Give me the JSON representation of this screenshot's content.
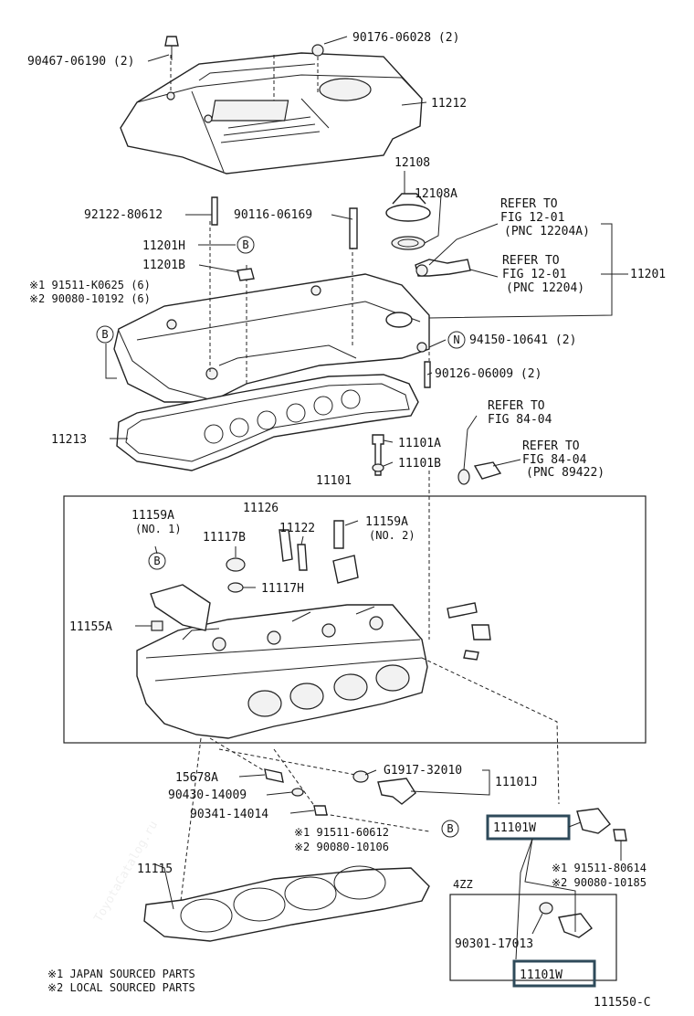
{
  "watermark": "ToyotaCatalog.ru",
  "callouts": [
    {
      "id": "c1",
      "text": "90467-06190 (2)"
    },
    {
      "id": "c2",
      "text": "90176-06028 (2)"
    },
    {
      "id": "c3",
      "text": "11212"
    },
    {
      "id": "c4",
      "text": "12108"
    },
    {
      "id": "c5",
      "text": "12108A"
    },
    {
      "id": "c6",
      "text": "REFER TO"
    },
    {
      "id": "c7",
      "text": "FIG 12-01"
    },
    {
      "id": "c8",
      "text": "(PNC 12204A)"
    },
    {
      "id": "c9",
      "text": "92122-80612"
    },
    {
      "id": "c10",
      "text": "90116-06169"
    },
    {
      "id": "c11",
      "text": "11201H"
    },
    {
      "id": "c12",
      "text": "11201B"
    },
    {
      "id": "c13",
      "text": "REFER TO"
    },
    {
      "id": "c14",
      "text": "FIG 12-01"
    },
    {
      "id": "c15",
      "text": "(PNC 12204)"
    },
    {
      "id": "c16",
      "text": "11201"
    },
    {
      "id": "c17",
      "text": "※1 91511-K0625 (6)"
    },
    {
      "id": "c18",
      "text": "※2 90080-10192 (6)"
    },
    {
      "id": "c19",
      "text": "94150-10641 (2)"
    },
    {
      "id": "c20",
      "text": "90126-06009 (2)"
    },
    {
      "id": "c21",
      "text": "REFER TO"
    },
    {
      "id": "c22",
      "text": "FIG 84-04"
    },
    {
      "id": "c23",
      "text": "11213"
    },
    {
      "id": "c24",
      "text": "11101A"
    },
    {
      "id": "c25",
      "text": "REFER TO"
    },
    {
      "id": "c26",
      "text": "FIG 84-04"
    },
    {
      "id": "c27",
      "text": "11101B"
    },
    {
      "id": "c28",
      "text": "(PNC 89422)"
    },
    {
      "id": "c29",
      "text": "11101"
    },
    {
      "id": "c30",
      "text": "11126"
    },
    {
      "id": "c31",
      "text": "11159A"
    },
    {
      "id": "c32",
      "text": "11159A"
    },
    {
      "id": "c33",
      "text": "(NO. 1)"
    },
    {
      "id": "c34",
      "text": "11117B"
    },
    {
      "id": "c35",
      "text": "11122"
    },
    {
      "id": "c36",
      "text": "(NO. 2)"
    },
    {
      "id": "c37",
      "text": "11117H"
    },
    {
      "id": "c38",
      "text": "11155A"
    },
    {
      "id": "c39",
      "text": "15678A"
    },
    {
      "id": "c40",
      "text": "G1917-32010"
    },
    {
      "id": "c41",
      "text": "11101J"
    },
    {
      "id": "c42",
      "text": "90430-14009"
    },
    {
      "id": "c43",
      "text": "90341-14014"
    },
    {
      "id": "c44",
      "text": "11101W"
    },
    {
      "id": "c45",
      "text": "※1 91511-60612"
    },
    {
      "id": "c46",
      "text": "※2 90080-10106"
    },
    {
      "id": "c47",
      "text": "※1 91511-80614"
    },
    {
      "id": "c48",
      "text": "※2 90080-10185"
    },
    {
      "id": "c49",
      "text": "11115"
    },
    {
      "id": "c50",
      "text": "4ZZ"
    },
    {
      "id": "c51",
      "text": "90301-17013"
    },
    {
      "id": "c52",
      "text": "11101W"
    },
    {
      "id": "c53",
      "text": "※1 JAPAN SOURCED PARTS"
    },
    {
      "id": "c54",
      "text": "※2 LOCAL SOURCED PARTS"
    },
    {
      "id": "c55",
      "text": "111550-C"
    }
  ],
  "markers": [
    {
      "id": "m1",
      "text": "B"
    },
    {
      "id": "m2",
      "text": "B"
    },
    {
      "id": "m3",
      "text": "N"
    },
    {
      "id": "m4",
      "text": "B"
    },
    {
      "id": "m5",
      "text": "B"
    }
  ]
}
